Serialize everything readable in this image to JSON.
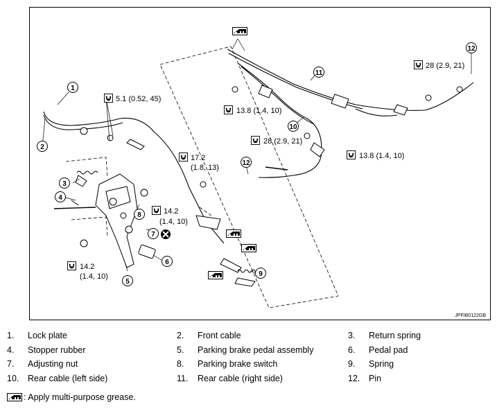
{
  "figure": {
    "code": "JPFIB0122GB",
    "torques": [
      {
        "id": "t1",
        "value": "5.1 (0.52, 45)"
      },
      {
        "id": "t2a",
        "value": "17.2"
      },
      {
        "id": "t2b",
        "value": "(1.8, 13)"
      },
      {
        "id": "t3a",
        "value": "14.2"
      },
      {
        "id": "t3b",
        "value": "(1.4, 10)"
      },
      {
        "id": "t4a",
        "value": "14.2"
      },
      {
        "id": "t4b",
        "value": "(1.4, 10)"
      },
      {
        "id": "t5",
        "value": "13.8 (1.4, 10)"
      },
      {
        "id": "t6",
        "value": "28 (2.9, 21)"
      },
      {
        "id": "t7",
        "value": "28 (2.9, 21)"
      },
      {
        "id": "t8",
        "value": "13.8 (1.4, 10)"
      }
    ],
    "callouts": [
      "1",
      "2",
      "3",
      "4",
      "5",
      "6",
      "7",
      "8",
      "9",
      "10",
      "11",
      "12",
      "12"
    ]
  },
  "legend": [
    [
      {
        "n": "1.",
        "t": "Lock plate"
      },
      {
        "n": "2.",
        "t": "Front cable"
      },
      {
        "n": "3.",
        "t": "Return spring"
      }
    ],
    [
      {
        "n": "4.",
        "t": "Stopper rubber"
      },
      {
        "n": "5.",
        "t": "Parking brake pedal assembly"
      },
      {
        "n": "6.",
        "t": "Pedal pad"
      }
    ],
    [
      {
        "n": "7.",
        "t": "Adjusting nut"
      },
      {
        "n": "8.",
        "t": "Parking brake switch"
      },
      {
        "n": "9.",
        "t": "Spring"
      }
    ],
    [
      {
        "n": "10.",
        "t": "Rear cable (left side)"
      },
      {
        "n": "11.",
        "t": "Rear cable (right side)"
      },
      {
        "n": "12.",
        "t": "Pin"
      }
    ]
  ],
  "note": ": Apply multi-purpose grease.",
  "icons": {
    "grease": "grease-icon",
    "torque": "torque-wrench-icon",
    "nonreusable": "non-reusable-x-icon"
  }
}
